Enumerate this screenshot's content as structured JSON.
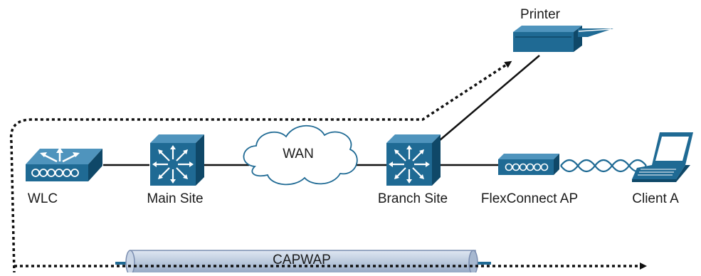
{
  "labels": {
    "printer": "Printer",
    "wan": "WAN",
    "wlc": "WLC",
    "main_site": "Main Site",
    "branch_site": "Branch Site",
    "flexconnect_ap": "FlexConnect AP",
    "client_a": "Client A",
    "capwap": "CAPWAP"
  },
  "colors": {
    "device_blue": "#1f6a94",
    "device_dark": "#0f4868",
    "cloud_fill": "#ffffff",
    "tunnel_fill": "#b9c8dc",
    "tunnel_edge": "#7a8db0",
    "link": "#111111"
  }
}
